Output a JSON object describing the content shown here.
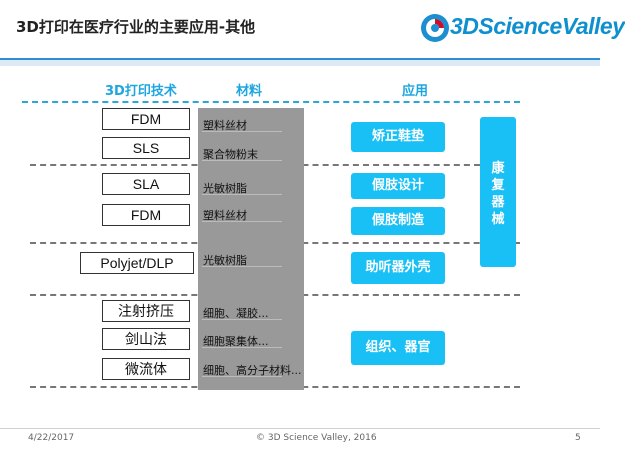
{
  "header": {
    "title": "3D打印在医疗行业的主要应用-其他",
    "logo": "3DScienceValley"
  },
  "columns": {
    "tech": "3D打印技术",
    "material": "材料",
    "application": "应用"
  },
  "tech": [
    "FDM",
    "SLS",
    "SLA",
    "FDM",
    "Polyjet/DLP",
    "注射挤压",
    "剑山法",
    "微流体"
  ],
  "materials": [
    "塑料丝材",
    "聚合物粉末",
    "光敏树脂",
    "塑料丝材",
    "光敏树脂",
    "细胞、凝胶...",
    "细胞聚集体...",
    "细胞、高分子材料..."
  ],
  "applications": [
    "矫正鞋垫",
    "假肢设计",
    "假肢制造",
    "助听器外壳",
    "组织、器官"
  ],
  "rehab": [
    "康",
    "复",
    "器",
    "械"
  ],
  "footer": {
    "date": "4/22/2017",
    "copyright": "© 3D Science Valley, 2016",
    "page": "5"
  }
}
